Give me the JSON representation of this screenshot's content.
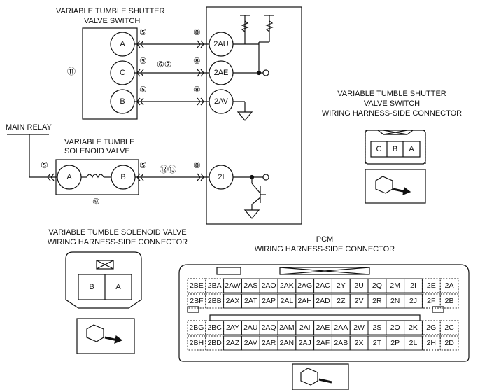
{
  "switch_block": {
    "title_line1": "VARIABLE TUMBLE SHUTTER",
    "title_line2": "VALVE SWITCH",
    "ref": "⑪",
    "terminals": [
      "A",
      "C",
      "B"
    ]
  },
  "pcm_terminals_top": [
    "2AU",
    "2AE",
    "2AV"
  ],
  "pcm_terminal_solenoid": "2I",
  "wire_refs": {
    "w1_left": "⑤",
    "w1_right": "⑧",
    "w2_left": "⑤",
    "w2_mid": "⑥⑦",
    "w2_right": "⑧",
    "w3_left": "⑤",
    "w3_right": "⑧",
    "sol_left": "⑤",
    "sol_right": "⑤",
    "sol_mid": "⑫⑬",
    "sol_pcm": "⑧",
    "sol_bottom": "⑨"
  },
  "main_relay": "MAIN RELAY",
  "solenoid": {
    "title_line1": "VARIABLE TUMBLE",
    "title_line2": "SOLENOID VALVE",
    "left": "A",
    "right": "B"
  },
  "switch_connector": {
    "title_line1": "VARIABLE TUMBLE SHUTTER",
    "title_line2": "VALVE SWITCH",
    "title_line3": "WIRING HARNESS-SIDE CONNECTOR",
    "pins": [
      "C",
      "B",
      "A"
    ]
  },
  "solenoid_connector": {
    "title_line1": "VARIABLE TUMBLE SOLENOID VALVE",
    "title_line2": "WIRING HARNESS-SIDE CONNECTOR",
    "pins": [
      "B",
      "A"
    ]
  },
  "pcm_connector": {
    "title_line1": "PCM",
    "title_line2": "WIRING HARNESS-SIDE CONNECTOR",
    "upper_row1": [
      "2BE",
      "2BA",
      "2AW",
      "2AS",
      "2AO",
      "2AK",
      "2AG",
      "2AC",
      "2Y",
      "2U",
      "2Q",
      "2M",
      "2I",
      "2E",
      "2A"
    ],
    "upper_row2": [
      "2BF",
      "2BB",
      "2AX",
      "2AT",
      "2AP",
      "2AL",
      "2AH",
      "2AD",
      "2Z",
      "2V",
      "2R",
      "2N",
      "2J",
      "2F",
      "2B"
    ],
    "lower_row1": [
      "2BG",
      "2BC",
      "2AY",
      "2AU",
      "2AQ",
      "2AM",
      "2AI",
      "2AE",
      "2AA",
      "2W",
      "2S",
      "2O",
      "2K",
      "2G",
      "2C"
    ],
    "lower_row2": [
      "2BH",
      "2BD",
      "2AZ",
      "2AV",
      "2AR",
      "2AN",
      "2AJ",
      "2AF",
      "2AB",
      "2X",
      "2T",
      "2P",
      "2L",
      "2H",
      "2D"
    ]
  }
}
